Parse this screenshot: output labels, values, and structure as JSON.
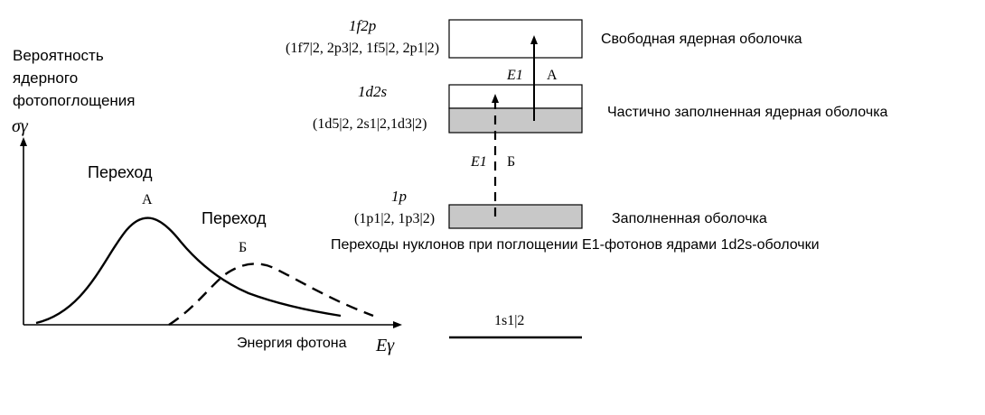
{
  "graph": {
    "y_axis_label_line1": "Вероятность",
    "y_axis_label_line2": "ядерного",
    "y_axis_label_line3": "фотопоглощения",
    "y_axis_symbol": "σγ",
    "x_axis_label": "Энергия фотона",
    "x_axis_symbol": "Eγ",
    "curve_a": {
      "heading": "Переход",
      "letter": "А",
      "style": "solid"
    },
    "curve_b": {
      "heading": "Переход",
      "letter": "Б",
      "style": "dashed"
    }
  },
  "levels": {
    "top": {
      "name": "1f2p",
      "config": "(1f7|2, 2p3|2, 1f5|2, 2p1|2)",
      "description": "Свободная ядерная оболочка",
      "fill": "empty"
    },
    "middle": {
      "name": "1d2s",
      "config": "(1d5|2, 2s1|2,1d3|2)",
      "description": "Частично заполненная ядерная оболочка",
      "fill": "lower half filled"
    },
    "bottom": {
      "name": "1p",
      "config": "(1p1|2, 1p3|2)",
      "description": "Заполненная оболочка",
      "fill": "filled"
    },
    "lowest": {
      "name": "1s1|2"
    }
  },
  "transitions": {
    "a": {
      "type": "E1",
      "letter": "А",
      "style": "solid arrow"
    },
    "b": {
      "type": "E1",
      "letter": "Б",
      "style": "dashed arrow"
    }
  },
  "caption": "Переходы нуклонов при поглощении Е1-фотонов ядрами 1d2s-оболочки",
  "colors": {
    "filled_shell": "#c8c8c8",
    "line": "#000000"
  }
}
